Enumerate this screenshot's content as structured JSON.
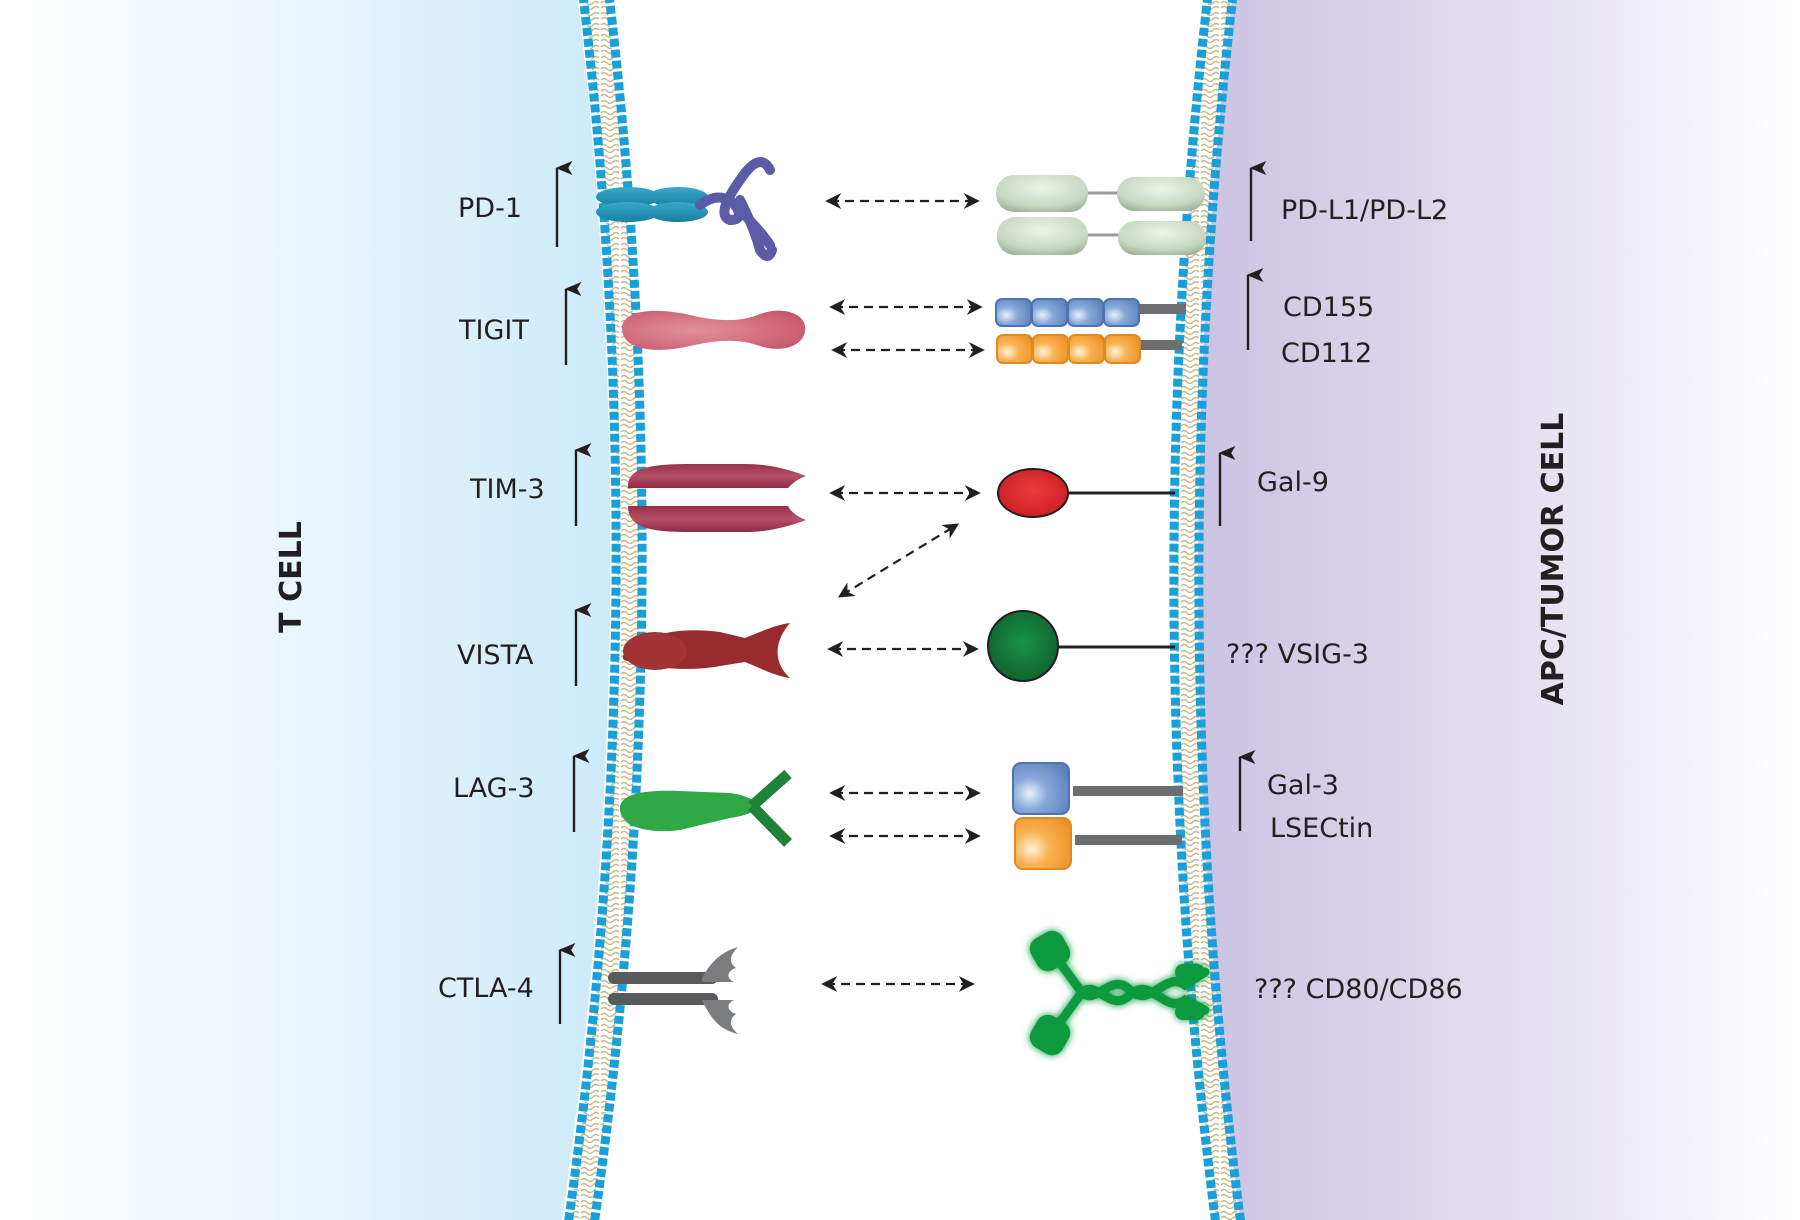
{
  "cells": {
    "left": {
      "title": "T CELL",
      "color": "#cfeaf8"
    },
    "right": {
      "title": "APC/TUMOR CELL",
      "color": "#cfc8e3"
    }
  },
  "membrane": {
    "head_color": "#1aa0d8",
    "tail_color": "#c9b98a"
  },
  "pairs": [
    {
      "id": "pd1",
      "receptor": "PD-1",
      "receptor_upregulated": true,
      "ligand": "PD-L1/PD-L2",
      "ligand_upregulated": true,
      "ligand_lines": [
        "PD-L1/PD-L2"
      ],
      "receptor_color": "#1d8fb3",
      "receptor_tip_color": "#5a5aa0",
      "ligand_color": "#c6d6c0"
    },
    {
      "id": "tigit",
      "receptor": "TIGIT",
      "receptor_upregulated": true,
      "ligand_lines": [
        "CD155",
        "CD112"
      ],
      "ligand_upregulated": true,
      "receptor_color": "#cc6070",
      "ligand_colors": [
        "#6a92cc",
        "#f5a23a"
      ]
    },
    {
      "id": "tim3",
      "receptor": "TIM-3",
      "receptor_upregulated": true,
      "ligand_lines": [
        "Gal-9"
      ],
      "ligand_upregulated": true,
      "receptor_color": "#a5384f",
      "ligand_color": "#e0262b"
    },
    {
      "id": "vista",
      "receptor": "VISTA",
      "receptor_upregulated": true,
      "ligand_lines": [
        "??? VSIG-3"
      ],
      "ligand_upregulated": false,
      "receptor_color": "#982b2d",
      "ligand_color": "#137a3c"
    },
    {
      "id": "lag3",
      "receptor": "LAG-3",
      "receptor_upregulated": true,
      "ligand_lines": [
        "Gal-3",
        "LSECtin"
      ],
      "ligand_upregulated": true,
      "receptor_color": "#2fa845",
      "ligand_colors": [
        "#6a92cc",
        "#f5a23a"
      ]
    },
    {
      "id": "ctla4",
      "receptor": "CTLA-4",
      "receptor_upregulated": true,
      "ligand_lines": [
        "??? CD80/CD86"
      ],
      "ligand_upregulated": false,
      "receptor_color": "#6d6e70",
      "ligand_color": "#0c9a3e"
    }
  ],
  "extra_interactions": [
    {
      "from": "vista",
      "to": "tim3-ligand",
      "label": ""
    }
  ]
}
